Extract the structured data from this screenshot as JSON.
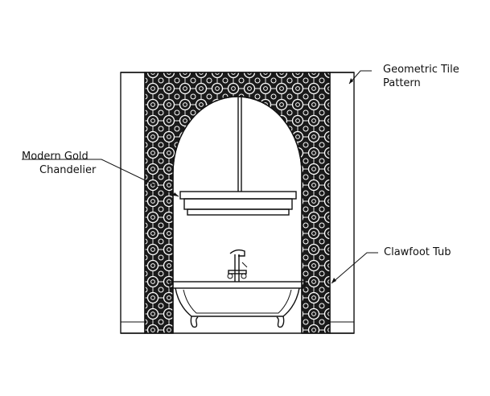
{
  "labels": {
    "tile_pattern": [
      "Geometric Tile",
      "Pattern"
    ],
    "chandelier": [
      "Modern Gold",
      "Chandelier"
    ],
    "tub": "Clawfoot Tub"
  }
}
